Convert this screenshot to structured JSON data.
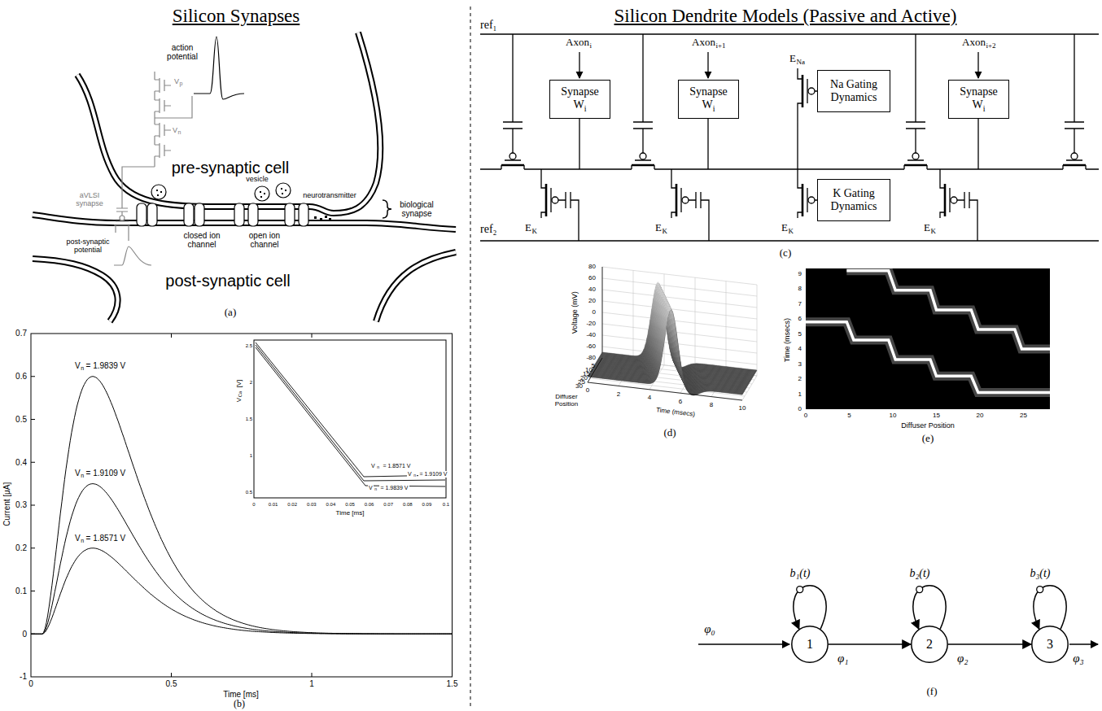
{
  "diagram": {
    "nodes": [
      {
        "text": [
          "Synapse",
          "W",
          "i"
        ]
      },
      {
        "text": [
          "Synapse",
          "W",
          "i"
        ]
      },
      {
        "text": [
          "Na Gating Dynamics"
        ]
      },
      {
        "text": [
          "K Gating Dynamics"
        ]
      },
      {
        "text": [
          "Synapse",
          "W",
          "i"
        ]
      },
      {
        "text": [
          "1"
        ]
      },
      {
        "text": [
          "2"
        ]
      },
      {
        "text": [
          "3"
        ]
      }
    ],
    "edges": [
      {
        "from": 5,
        "to": 5,
        "arrow": "to"
      },
      {
        "from": 5,
        "to": 6,
        "label": "φ₁",
        "arrow": "to"
      },
      {
        "from": 6,
        "to": 6,
        "arrow": "to"
      },
      {
        "from": 6,
        "to": 7,
        "label": "φ₂",
        "arrow": "to"
      },
      {
        "from": 7,
        "to": 7,
        "arrow": "to"
      }
    ],
    "labels": [
      "Silicon Synapses",
      "Silicon Dendrite Models (Passive and Active)",
      "action potential",
      "V",
      "p",
      "V",
      "n",
      "pre-synaptic cell",
      "vesicle",
      "neurotransmitter",
      "biological synapse",
      "aVLSI synapse",
      "closed ion channel",
      "open ion channel",
      "post-synaptic potential",
      "post-synaptic cell",
      "(a)",
      "0.7",
      "0.6",
      "0.5",
      "0.4",
      "0.3",
      "0.2",
      "0.1",
      "0",
      "-1",
      "Current [μA]",
      "0",
      "0.5",
      "1",
      "1.5",
      "Time [ms]",
      "(b)",
      "V",
      "n",
      "= 1.9839 V",
      "V",
      "n",
      "= 1.9109 V",
      "V",
      "n",
      "= 1.8571 V",
      "V",
      "Ca",
      "[V]",
      "Time [ms]",
      "0",
      "0.01",
      "0.02",
      "0.03",
      "0.04",
      "0.05",
      "0.06",
      "0.07",
      "0.08",
      "0.09",
      "0.1",
      "2.5",
      "2",
      "1.5",
      "1",
      "0.5",
      "V",
      "n",
      "= 1.8571 V",
      "V",
      "n",
      "= 1.9109 V",
      "V",
      "n",
      "= 1.9839 V",
      "ref₁",
      "ref₂",
      "Axon",
      "i",
      "Axon",
      "i+1",
      "E",
      "Na",
      "Axon",
      "i+2",
      "E",
      "K",
      "E",
      "K",
      "E",
      "K",
      "E",
      "K",
      "(c)",
      "80",
      "60",
      "40",
      "20",
      "0",
      "-20",
      "-40",
      "-60",
      "-80",
      "Voltage (mV)",
      "5",
      "10",
      "15",
      "20",
      "25",
      "30",
      "0",
      "2",
      "4",
      "6",
      "8",
      "10",
      "Diffuser Position",
      "Time (msecs)",
      "(d)",
      "0",
      "1",
      "2",
      "3",
      "4",
      "5",
      "6",
      "7",
      "8",
      "9",
      "Time (msecs)",
      "0",
      "5",
      "10",
      "15",
      "20",
      "25",
      "Diffuser Position",
      "(e)",
      "b₁(t)",
      "b₂(t)",
      "b₃(t)",
      "φ₀",
      "φ₃",
      "(f)"
    ]
  }
}
